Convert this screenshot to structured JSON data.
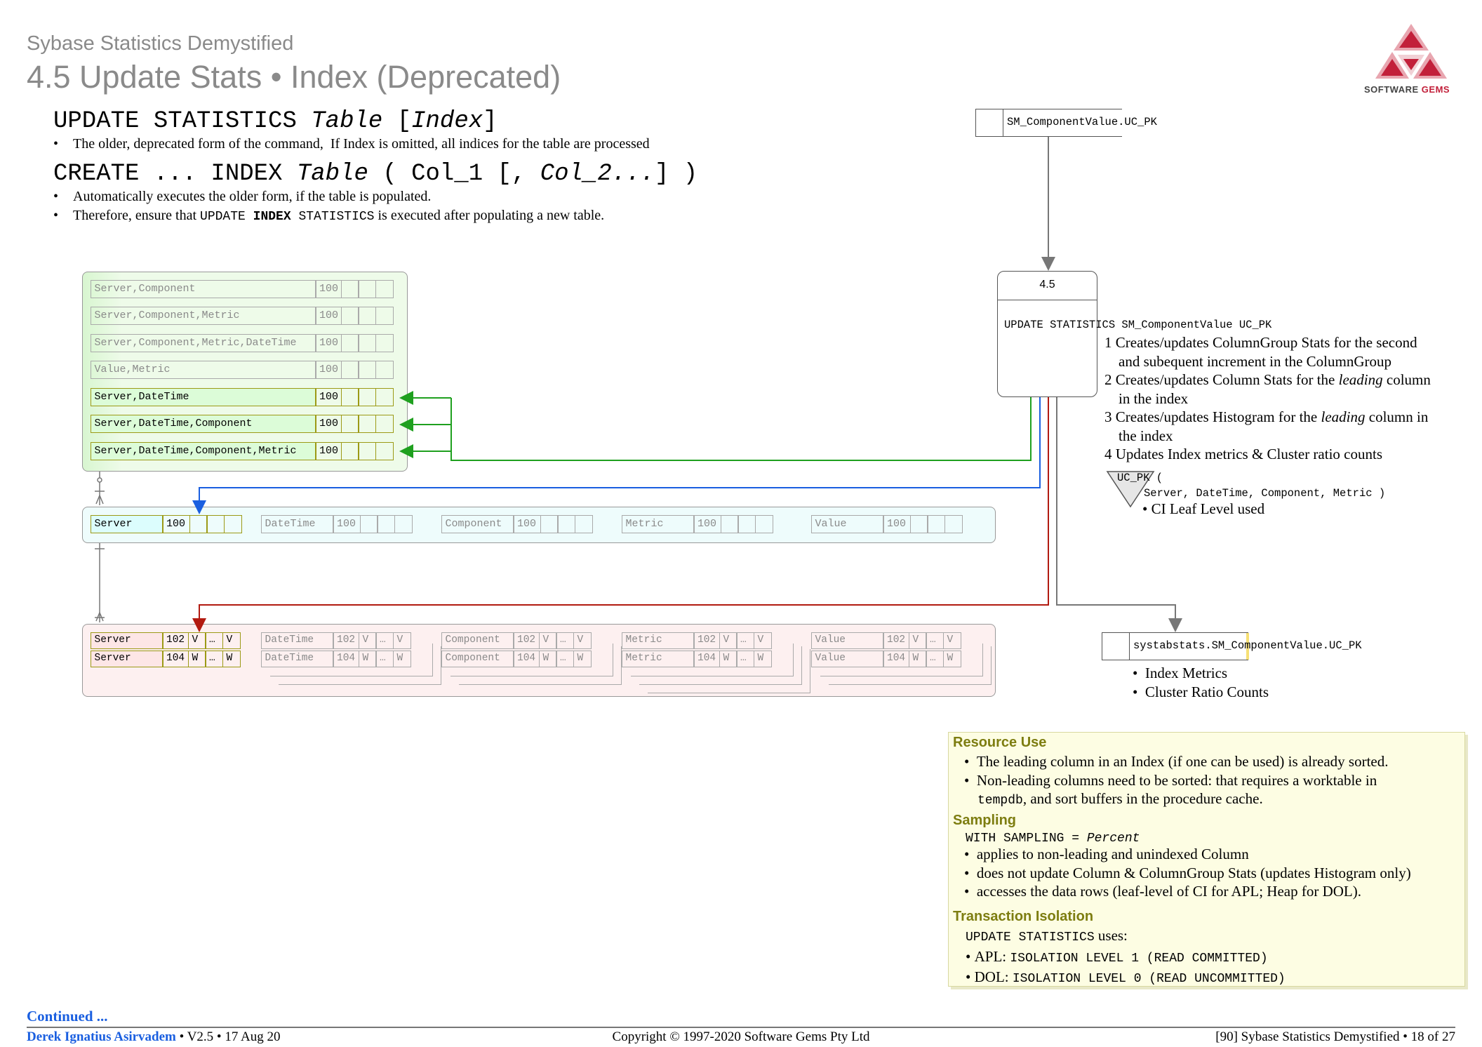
{
  "header": {
    "subtitle": "Sybase Statistics Demystified",
    "title": "4.5 Update Stats • Index (Deprecated)",
    "logo_text": "SOFTWARE GEMS",
    "logo_word1": "SOFTWARE",
    "logo_word2": "GEMS"
  },
  "syntax": {
    "cmd1_a": "UPDATE STATISTICS ",
    "cmd1_b": "Table",
    "cmd1_c": " [",
    "cmd1_d": "Index",
    "cmd1_e": "]",
    "cmd1_bullet": "The older, deprecated form of the command,  If Index is omitted, all indices for the table are processed",
    "cmd2_a": "CREATE ... INDEX ",
    "cmd2_b": "Table",
    "cmd2_c": " ( Col_1 [, ",
    "cmd2_d": "Col_2...",
    "cmd2_e": "] )",
    "cmd2_bullet1": "Automatically executes the older form, if the table is populated.",
    "cmd2_bullet2_a": "Therefore, ensure that ",
    "cmd2_bullet2_b": "UPDATE ",
    "cmd2_bullet2_c": "INDEX",
    "cmd2_bullet2_d": " STATISTICS",
    "cmd2_bullet2_e": " is executed after populating a new table."
  },
  "colgroup_rows": [
    {
      "name": "Server,Component",
      "value": "100",
      "active": false
    },
    {
      "name": "Server,Component,Metric",
      "value": "100",
      "active": false
    },
    {
      "name": "Server,Component,Metric,DateTime",
      "value": "100",
      "active": false
    },
    {
      "name": "Value,Metric",
      "value": "100",
      "active": false
    },
    {
      "name": "Server,DateTime",
      "value": "100",
      "active": true
    },
    {
      "name": "Server,DateTime,Component",
      "value": "100",
      "active": true
    },
    {
      "name": "Server,DateTime,Component,Metric",
      "value": "100",
      "active": true
    }
  ],
  "column_stats": [
    {
      "name": "Server",
      "value": "100",
      "active": true
    },
    {
      "name": "DateTime",
      "value": "100",
      "active": false
    },
    {
      "name": "Component",
      "value": "100",
      "active": false
    },
    {
      "name": "Metric",
      "value": "100",
      "active": false
    },
    {
      "name": "Value",
      "value": "100",
      "active": false
    }
  ],
  "histograms": [
    {
      "name": "Server",
      "active": true,
      "steps": [
        {
          "n": "102",
          "a": "V",
          "e": "…",
          "b": "V"
        },
        {
          "n": "104",
          "a": "W",
          "e": "…",
          "b": "W"
        }
      ]
    },
    {
      "name": "DateTime",
      "active": false,
      "steps": [
        {
          "n": "102",
          "a": "V",
          "e": "…",
          "b": "V"
        },
        {
          "n": "104",
          "a": "W",
          "e": "…",
          "b": "W"
        }
      ]
    },
    {
      "name": "Component",
      "active": false,
      "steps": [
        {
          "n": "102",
          "a": "V",
          "e": "…",
          "b": "V"
        },
        {
          "n": "104",
          "a": "W",
          "e": "…",
          "b": "W"
        }
      ]
    },
    {
      "name": "Metric",
      "active": false,
      "steps": [
        {
          "n": "102",
          "a": "V",
          "e": "…",
          "b": "V"
        },
        {
          "n": "104",
          "a": "W",
          "e": "…",
          "b": "W"
        }
      ]
    },
    {
      "name": "Value",
      "active": false,
      "steps": [
        {
          "n": "102",
          "a": "V",
          "e": "…",
          "b": "V"
        },
        {
          "n": "104",
          "a": "W",
          "e": "…",
          "b": "W"
        }
      ]
    }
  ],
  "index_box": {
    "label": "SM_ComponentValue.UC_PK"
  },
  "process": {
    "number": "4.5",
    "command": "UPDATE STATISTICS SM_ComponentValue UC_PK",
    "steps": [
      {
        "n": "1",
        "text_a": "Creates/updates ColumnGroup Stats for the second",
        "text_b": "and subequent increment in the ColumnGroup"
      },
      {
        "n": "2",
        "text_a": "Creates/updates Column Stats for the ",
        "em": "leading",
        "text_c": " column",
        "text_b": "in the index"
      },
      {
        "n": "3",
        "text_a": "Creates/updates Histogram for the ",
        "em": "leading",
        "text_c": " column in",
        "text_b": "the index"
      },
      {
        "n": "4",
        "text_a": "Updates Index metrics & Cluster ratio counts"
      }
    ]
  },
  "uc_pk": {
    "label": "UC_PK (",
    "cols": "Server, DateTime, Component, Metric )",
    "bullet": "CI Leaf Level used"
  },
  "systabstats": {
    "label": "systabstats.SM_ComponentValue.UC_PK",
    "bullets": [
      "Index Metrics",
      "Cluster Ratio Counts"
    ]
  },
  "resource": {
    "h1": "Resource Use",
    "b1": "The leading column in an Index (if one can be used) is already sorted.",
    "b2a": "Non-leading columns need to be sorted: that requires a worktable in",
    "b2b_code": "tempdb",
    "b2b_text": ", and sort buffers in the procedure cache.",
    "h2": "Sampling",
    "sampling_code": "WITH SAMPLING = ",
    "sampling_em": "Percent",
    "s1": "applies to non-leading and unindexed Column",
    "s2": "does not update Column & ColumnGroup Stats (updates Histogram only)",
    "s3": "accesses the data rows (leaf-level of CI for APL; Heap for DOL).",
    "h3": "Transaction Isolation",
    "t0_code": "UPDATE STATISTICS",
    "t0_text": " uses:",
    "t1_label": "APL: ",
    "t1_code": "ISOLATION LEVEL 1 (READ COMMITTED)",
    "t2_label": "DOL: ",
    "t2_code": "ISOLATION LEVEL 0 (READ UNCOMMITTED)"
  },
  "footer": {
    "continued": "Continued ...",
    "author": "Derek Ignatius Asirvadem",
    "version": " • V2.5 • 17 Aug 20",
    "copyright": "Copyright © 1997-2020 Software Gems Pty Ltd",
    "page": "[90] Sybase Statistics Demystified • 18 of 27"
  },
  "colors": {
    "green": "#1fa01f",
    "blue": "#1a5fe0",
    "red": "#b21a10",
    "gray": "#808080",
    "panel_green": "#eefbe9",
    "panel_cyan": "#eefcfc",
    "panel_pink": "#fdf0f0",
    "note_bg": "#fdfde3",
    "accent": "#c2203a"
  }
}
